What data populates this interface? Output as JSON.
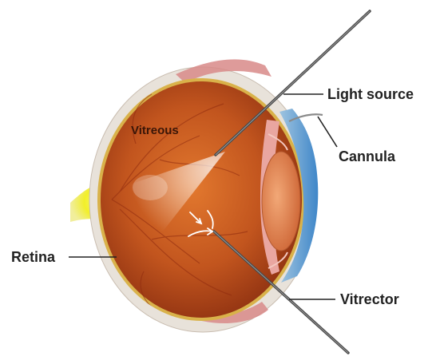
{
  "labels": {
    "vitreous": "Vitreous",
    "light_source": "Light source",
    "cannula": "Cannula",
    "retina": "Retina",
    "vitrector": "Vitrector"
  },
  "colors": {
    "globe": "#c2551e",
    "sclera": "#e8e2da",
    "optic_nerve": "#f2ef2a",
    "cornea": "#3e86c8",
    "instrument": "#5a5a5a",
    "leader": "#222222"
  }
}
